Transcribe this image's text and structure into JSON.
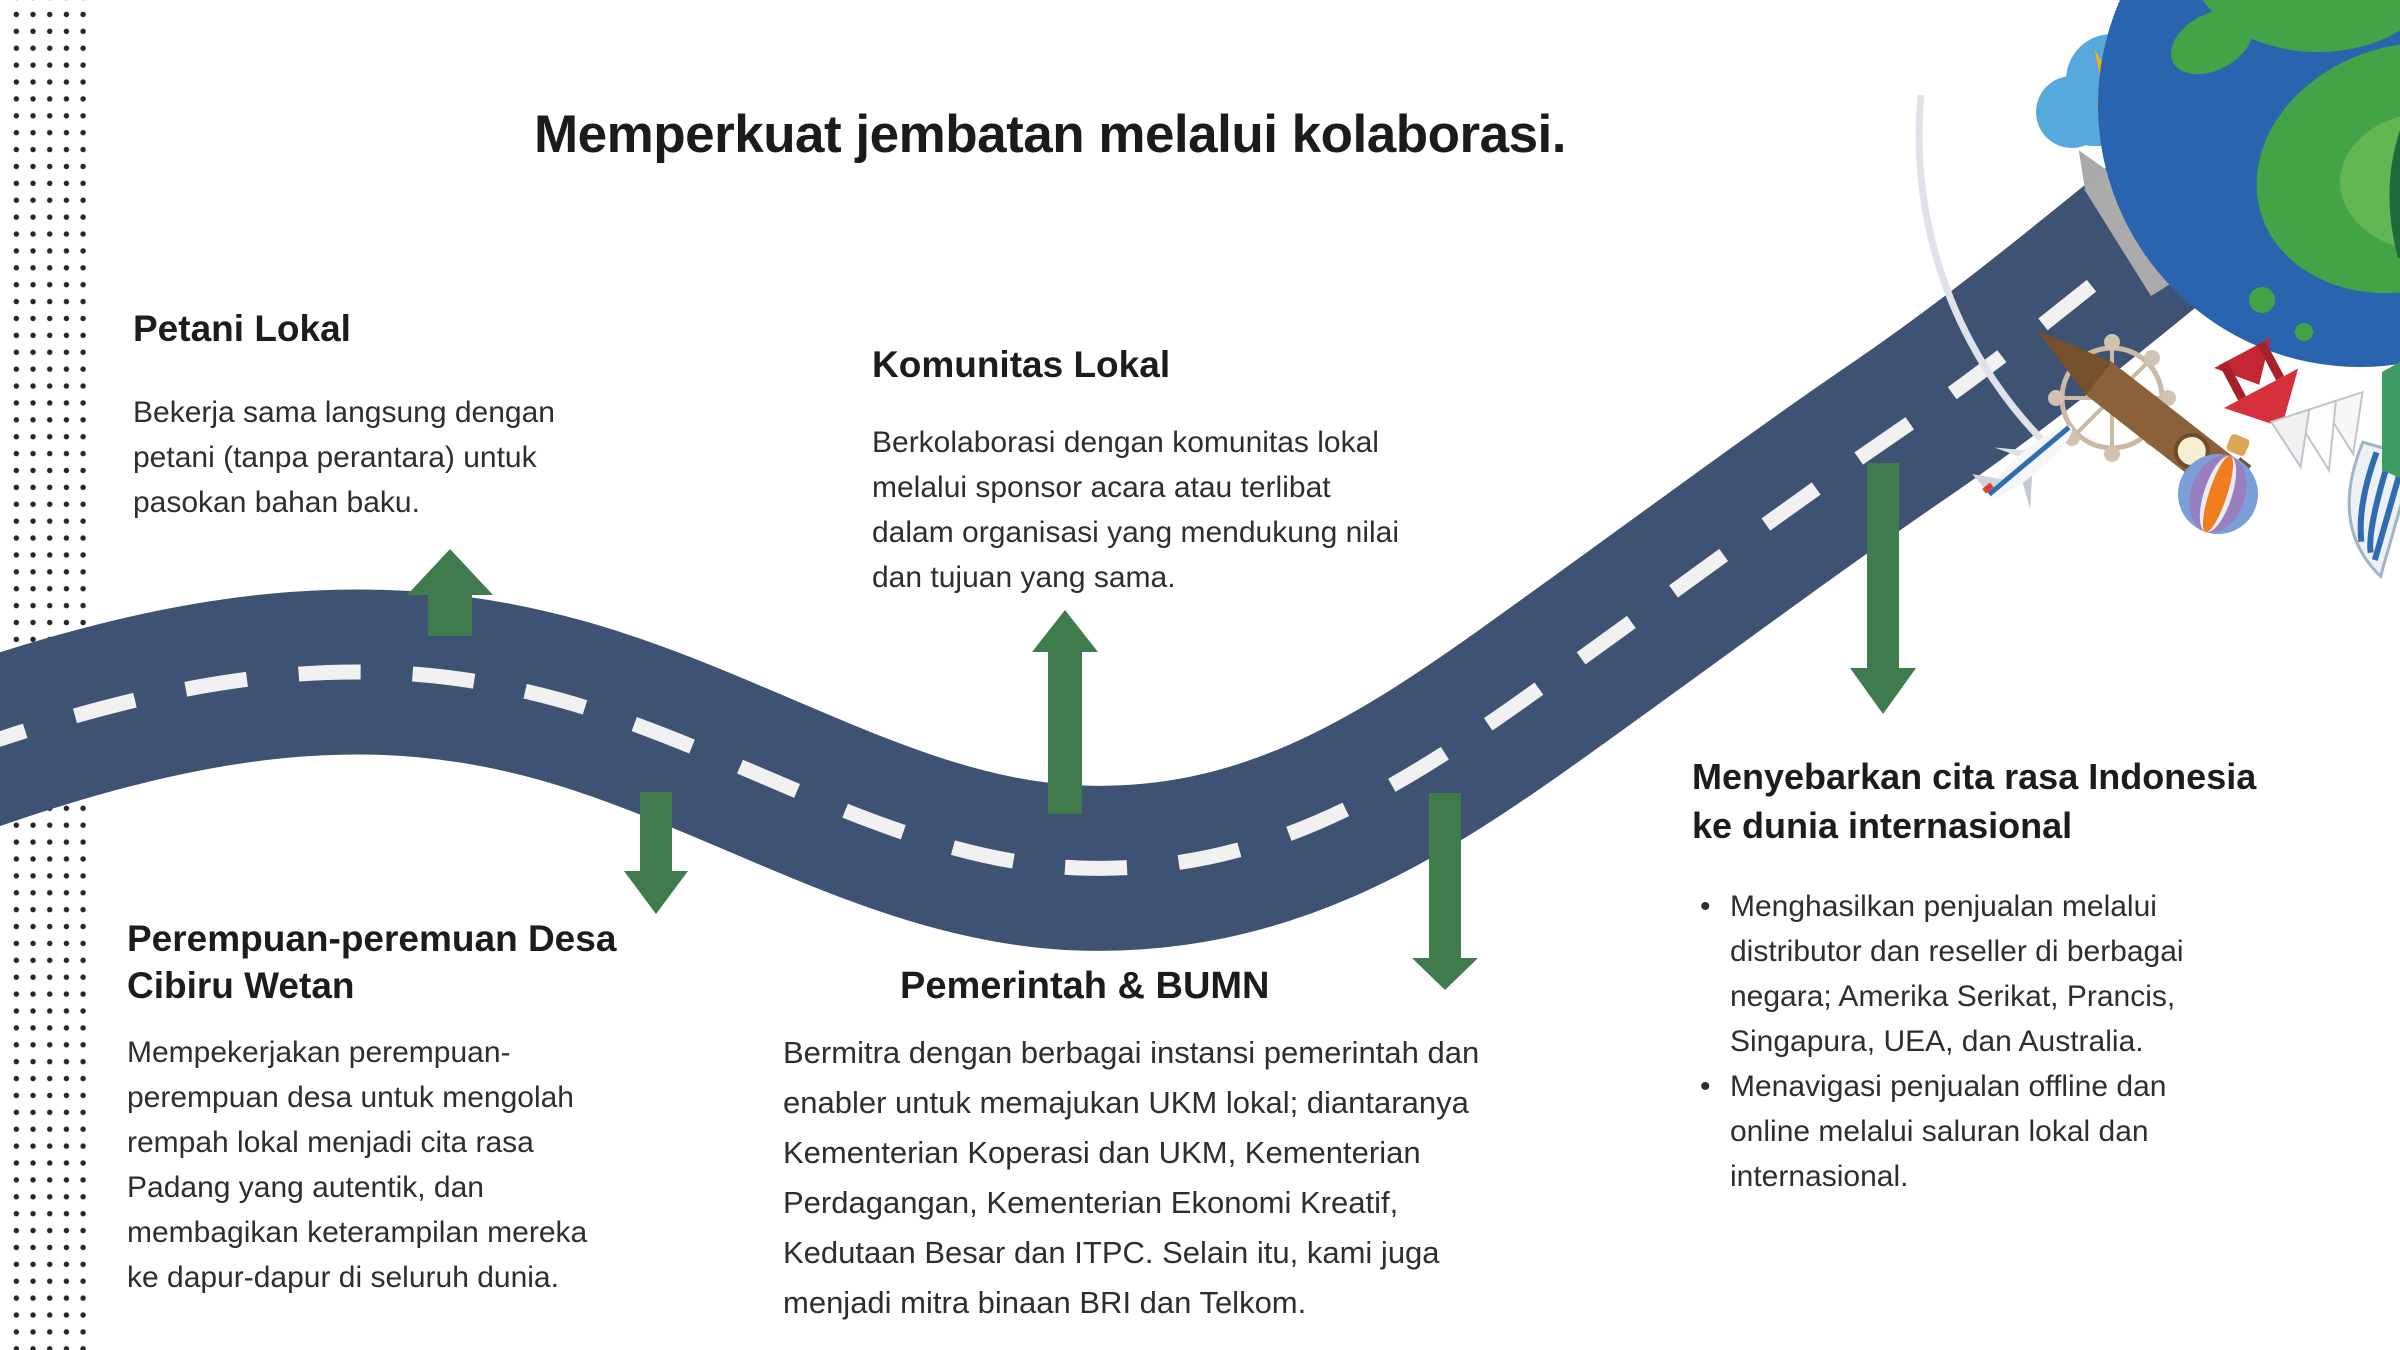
{
  "title": "Memperkuat jembatan melalui kolaborasi.",
  "bullet_char": "•",
  "sections": {
    "petani": {
      "heading": "Petani Lokal",
      "body": "Bekerja sama langsung dengan\npetani (tanpa perantara) untuk\npasokan bahan baku."
    },
    "komunitas": {
      "heading": "Komunitas Lokal",
      "body": "Berkolaborasi dengan komunitas lokal\nmelalui sponsor acara atau terlibat\ndalam organisasi yang mendukung nilai\ndan tujuan yang sama."
    },
    "perempuan": {
      "heading": "Perempuan-peremuan Desa\nCibiru Wetan",
      "body": "Mempekerjakan perempuan-\nperempuan desa untuk mengolah\nrempah lokal menjadi cita rasa\nPadang yang autentik, dan\nmembagikan keterampilan mereka\nke dapur-dapur di seluruh dunia."
    },
    "pemerintah": {
      "heading": "Pemerintah & BUMN",
      "body": "Bermitra dengan berbagai instansi pemerintah dan\nenabler untuk memajukan UKM lokal; diantaranya\nKementerian Koperasi dan UKM, Kementerian\nPerdagangan, Kementerian Ekonomi Kreatif,\nKedutaan Besar dan ITPC. Selain itu, kami juga\nmenjadi mitra binaan BRI dan Telkom."
    },
    "menyebarkan": {
      "heading": "Menyebarkan cita rasa Indonesia\nke dunia internasional",
      "bullets": [
        "Menghasilkan penjualan melalui\ndistributor dan reseller di berbagai\nnegara; Amerika Serikat, Prancis,\nSingapura, UEA, dan Australia.",
        "Menavigasi penjualan offline dan\nonline melalui saluran lokal dan\ninternasional."
      ]
    }
  },
  "colors": {
    "background": "#ffffff",
    "road": "#3e5373",
    "road_dash": "#f1f1f2",
    "arrow_green": "#3f7b4c",
    "heading_text": "#1c1c1c",
    "body_text": "#2e2e2e",
    "dots": "#26262c",
    "globe_ocean": "#2a64ae",
    "globe_land": "#43a447"
  }
}
